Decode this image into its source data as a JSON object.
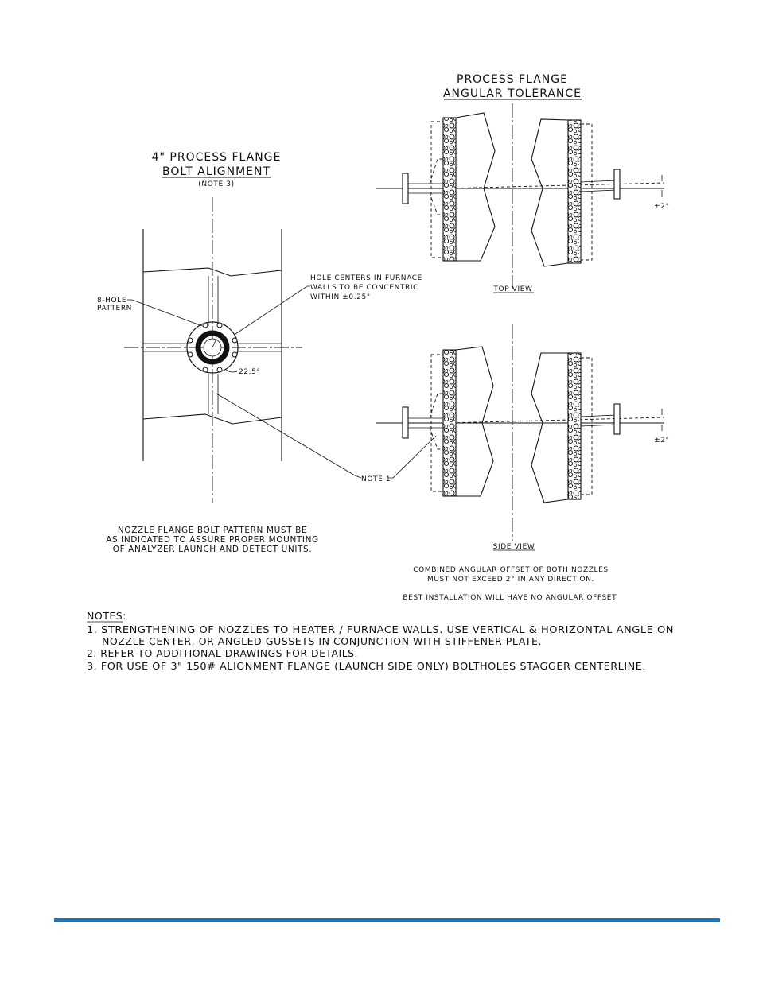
{
  "bolt_alignment": {
    "title_line1": "4\" PROCESS FLANGE",
    "title_line2": "BOLT ALIGNMENT",
    "note_ref": "(NOTE 3)",
    "label_pattern_line1": "8-HOLE",
    "label_pattern_line2": "PATTERN",
    "label_holes_line1": "HOLE CENTERS IN FURNACE",
    "label_holes_line2": "WALLS TO BE CONCENTRIC",
    "label_holes_line3": "WITHIN ±0.25\"",
    "angle_label": "22.5°",
    "note1_label": "NOTE 1",
    "caption_line1": "NOZZLE FLANGE BOLT PATTERN MUST BE",
    "caption_line2": "AS INDICATED TO ASSURE PROPER MOUNTING",
    "caption_line3": "OF ANALYZER LAUNCH AND DETECT UNITS."
  },
  "angular_tolerance": {
    "title_line1": "PROCESS FLANGE",
    "title_line2": "ANGULAR TOLERANCE",
    "top_view_label": "TOP VIEW",
    "side_view_label": "SIDE VIEW",
    "tolerance_top": "±2°",
    "tolerance_side": "±2°",
    "caption_line1": "COMBINED ANGULAR OFFSET OF BOTH NOZZLES",
    "caption_line2": "MUST NOT EXCEED 2° IN ANY DIRECTION.",
    "caption_line3": "BEST INSTALLATION WILL HAVE NO ANGULAR OFFSET."
  },
  "notes": {
    "heading": "NOTES:",
    "n1_line1": "1.  STRENGTHENING OF NOZZLES TO HEATER / FURNACE WALLS.   USE VERTICAL & HORIZONTAL ANGLE ON",
    "n1_line2": "NOZZLE CENTER, OR ANGLED GUSSETS IN CONJUNCTION WITH STIFFENER PLATE.",
    "n2": "2.  REFER TO ADDITIONAL DRAWINGS FOR DETAILS.",
    "n3": "3.  FOR USE OF 3\" 150# ALIGNMENT FLANGE (LAUNCH SIDE ONLY) BOLTHOLES STAGGER CENTERLINE."
  },
  "colors": {
    "line": "#111111",
    "footer_bar": "#1b75bc"
  }
}
